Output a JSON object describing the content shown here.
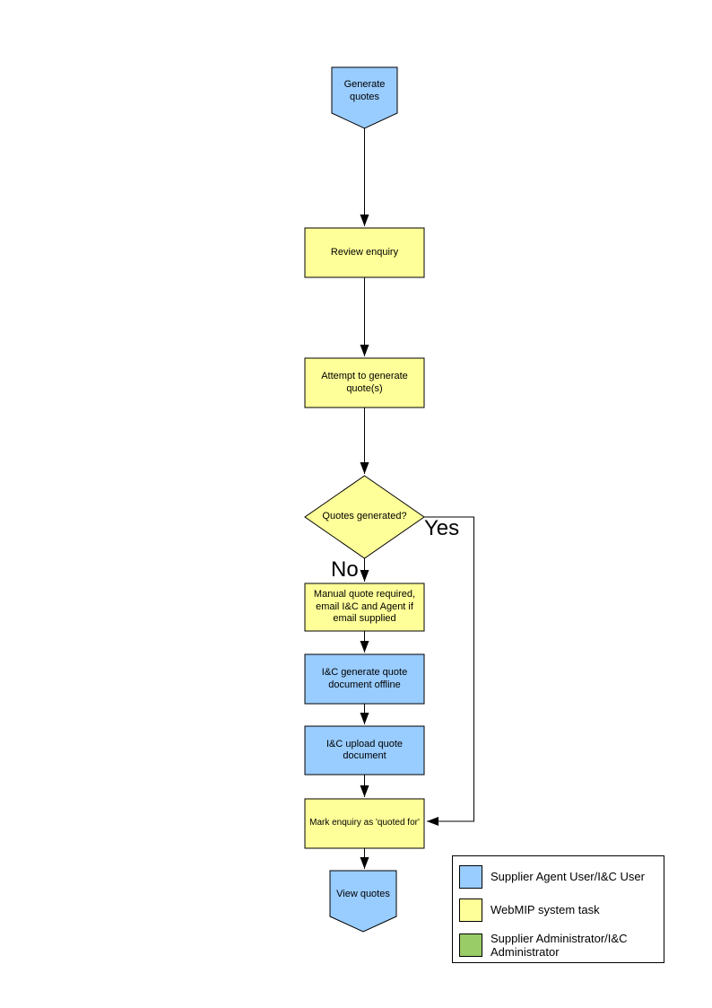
{
  "colors": {
    "blue": "#99CCFF",
    "yellow": "#FFFF99",
    "green": "#99CC66",
    "line": "#000000",
    "background": "#FFFFFF"
  },
  "flowchart": {
    "nodes": {
      "start": {
        "label": "Generate quotes",
        "color": "#99CCFF"
      },
      "review": {
        "label": "Review enquiry",
        "color": "#FFFF99"
      },
      "attempt": {
        "label": "Attempt to generate quote(s)",
        "color": "#FFFF99"
      },
      "decision": {
        "label": "Quotes generated?",
        "color": "#FFFF99"
      },
      "manual": {
        "label": "Manual quote required, email I&C and Agent if email supplied",
        "color": "#FFFF99"
      },
      "offline": {
        "label": "I&C generate quote document offline",
        "color": "#99CCFF"
      },
      "upload": {
        "label": "I&C upload quote document",
        "color": "#99CCFF"
      },
      "mark": {
        "label": "Mark enquiry as 'quoted for'",
        "color": "#FFFF99"
      },
      "end": {
        "label": "View quotes",
        "color": "#99CCFF"
      }
    },
    "edges": {
      "yes_label": "Yes",
      "no_label": "No"
    }
  },
  "legend": {
    "items": [
      {
        "label": "Supplier Agent User/I&C User",
        "color": "#99CCFF"
      },
      {
        "label": "WebMIP system task",
        "color": "#FFFF99"
      },
      {
        "label": "Supplier Administrator/I&C Administrator",
        "color": "#99CC66"
      }
    ]
  }
}
